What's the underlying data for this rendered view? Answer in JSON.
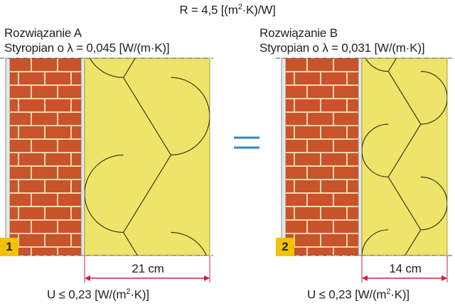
{
  "header": {
    "resistance_prefix": "R = 4,5 [(m",
    "resistance_sup": "2",
    "resistance_suffix": "·K)/W]"
  },
  "panels": [
    {
      "id": "A",
      "badge": "1",
      "title": "Rozwiązanie A",
      "material": "Styropian o λ = 0,045 [W/(m·K)]",
      "insulation_thickness": "21 cm",
      "u_prefix": "U ≤ 0,23 [W/(m",
      "u_sup": "2",
      "u_suffix": "·K)]"
    },
    {
      "id": "B",
      "badge": "2",
      "title": "Rozwiązanie B",
      "material": "Styropian o λ = 0,031 [W/(m·K)]",
      "insulation_thickness": "14 cm",
      "u_prefix": "U ≤ 0,23 [W/(m",
      "u_sup": "2",
      "u_suffix": "·K)]"
    }
  ],
  "equals_sign": "=",
  "colors": {
    "brick": "#c9532a",
    "mortar": "#f6d6b0",
    "insulation": "#eee46a",
    "insulation_lines": "#3a3a1a",
    "dimension": "#c8243c",
    "equals": "#2a8ac8",
    "badge": "#f2c200"
  }
}
